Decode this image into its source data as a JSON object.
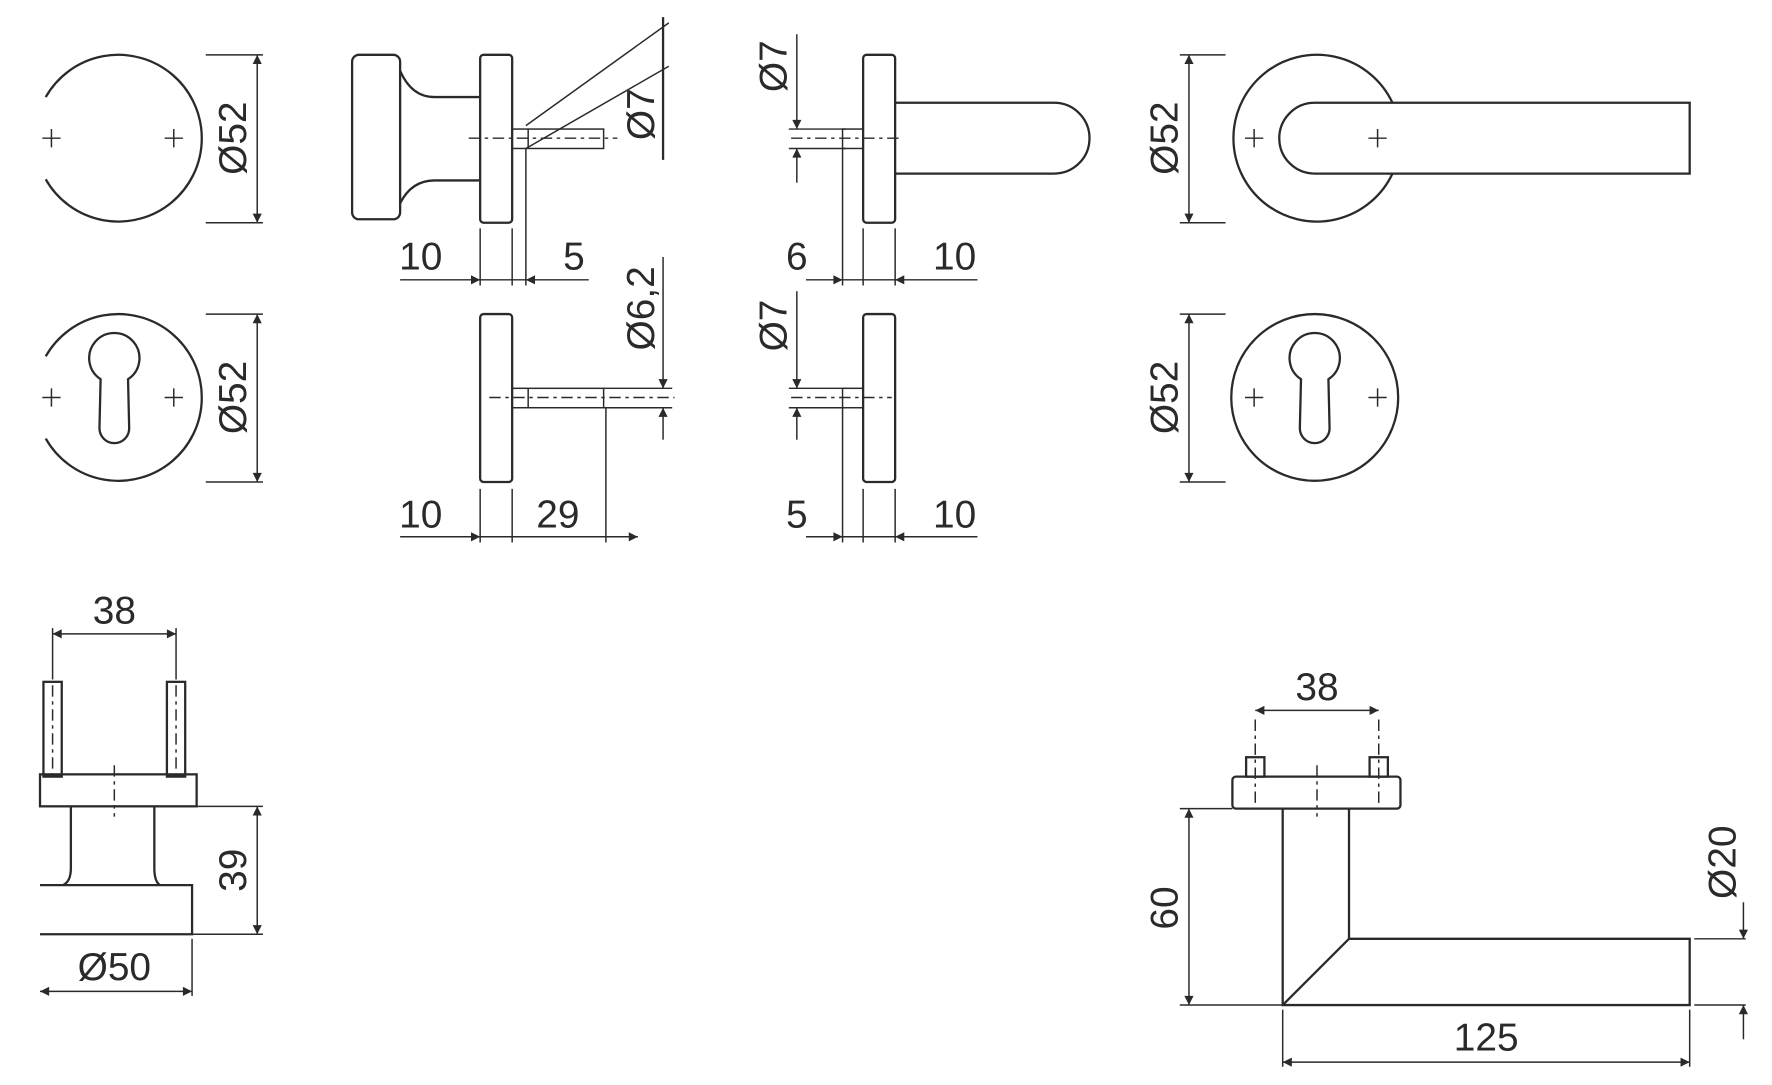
{
  "title": "Door handle and knob set technical drawing",
  "labels": {
    "rose_round_dia": "Ø52",
    "knob_pin_dia": "Ø7",
    "knob_rose_thick": "10",
    "knob_pin_offset": "5",
    "lever_pin_dia": "Ø7",
    "lever_pin_offset": "6",
    "lever_rose_thick": "10",
    "lever_rose_dia": "Ø52",
    "escutcheon_dia": "Ø52",
    "escutcheon_pin_dia": "Ø6,2",
    "escutcheon_thick": "10",
    "escutcheon_pin_len": "29",
    "escutcheon2_pin_dia": "Ø7",
    "escutcheon2_pin_offset": "5",
    "escutcheon2_thick": "10",
    "escutcheon_front_dia": "Ø52",
    "knob_fix_spacing": "38",
    "knob_projection": "39",
    "knob_dia": "Ø50",
    "lever_fix_spacing": "38",
    "lever_projection": "60",
    "lever_bar_dia": "Ø20",
    "lever_length": "125"
  }
}
